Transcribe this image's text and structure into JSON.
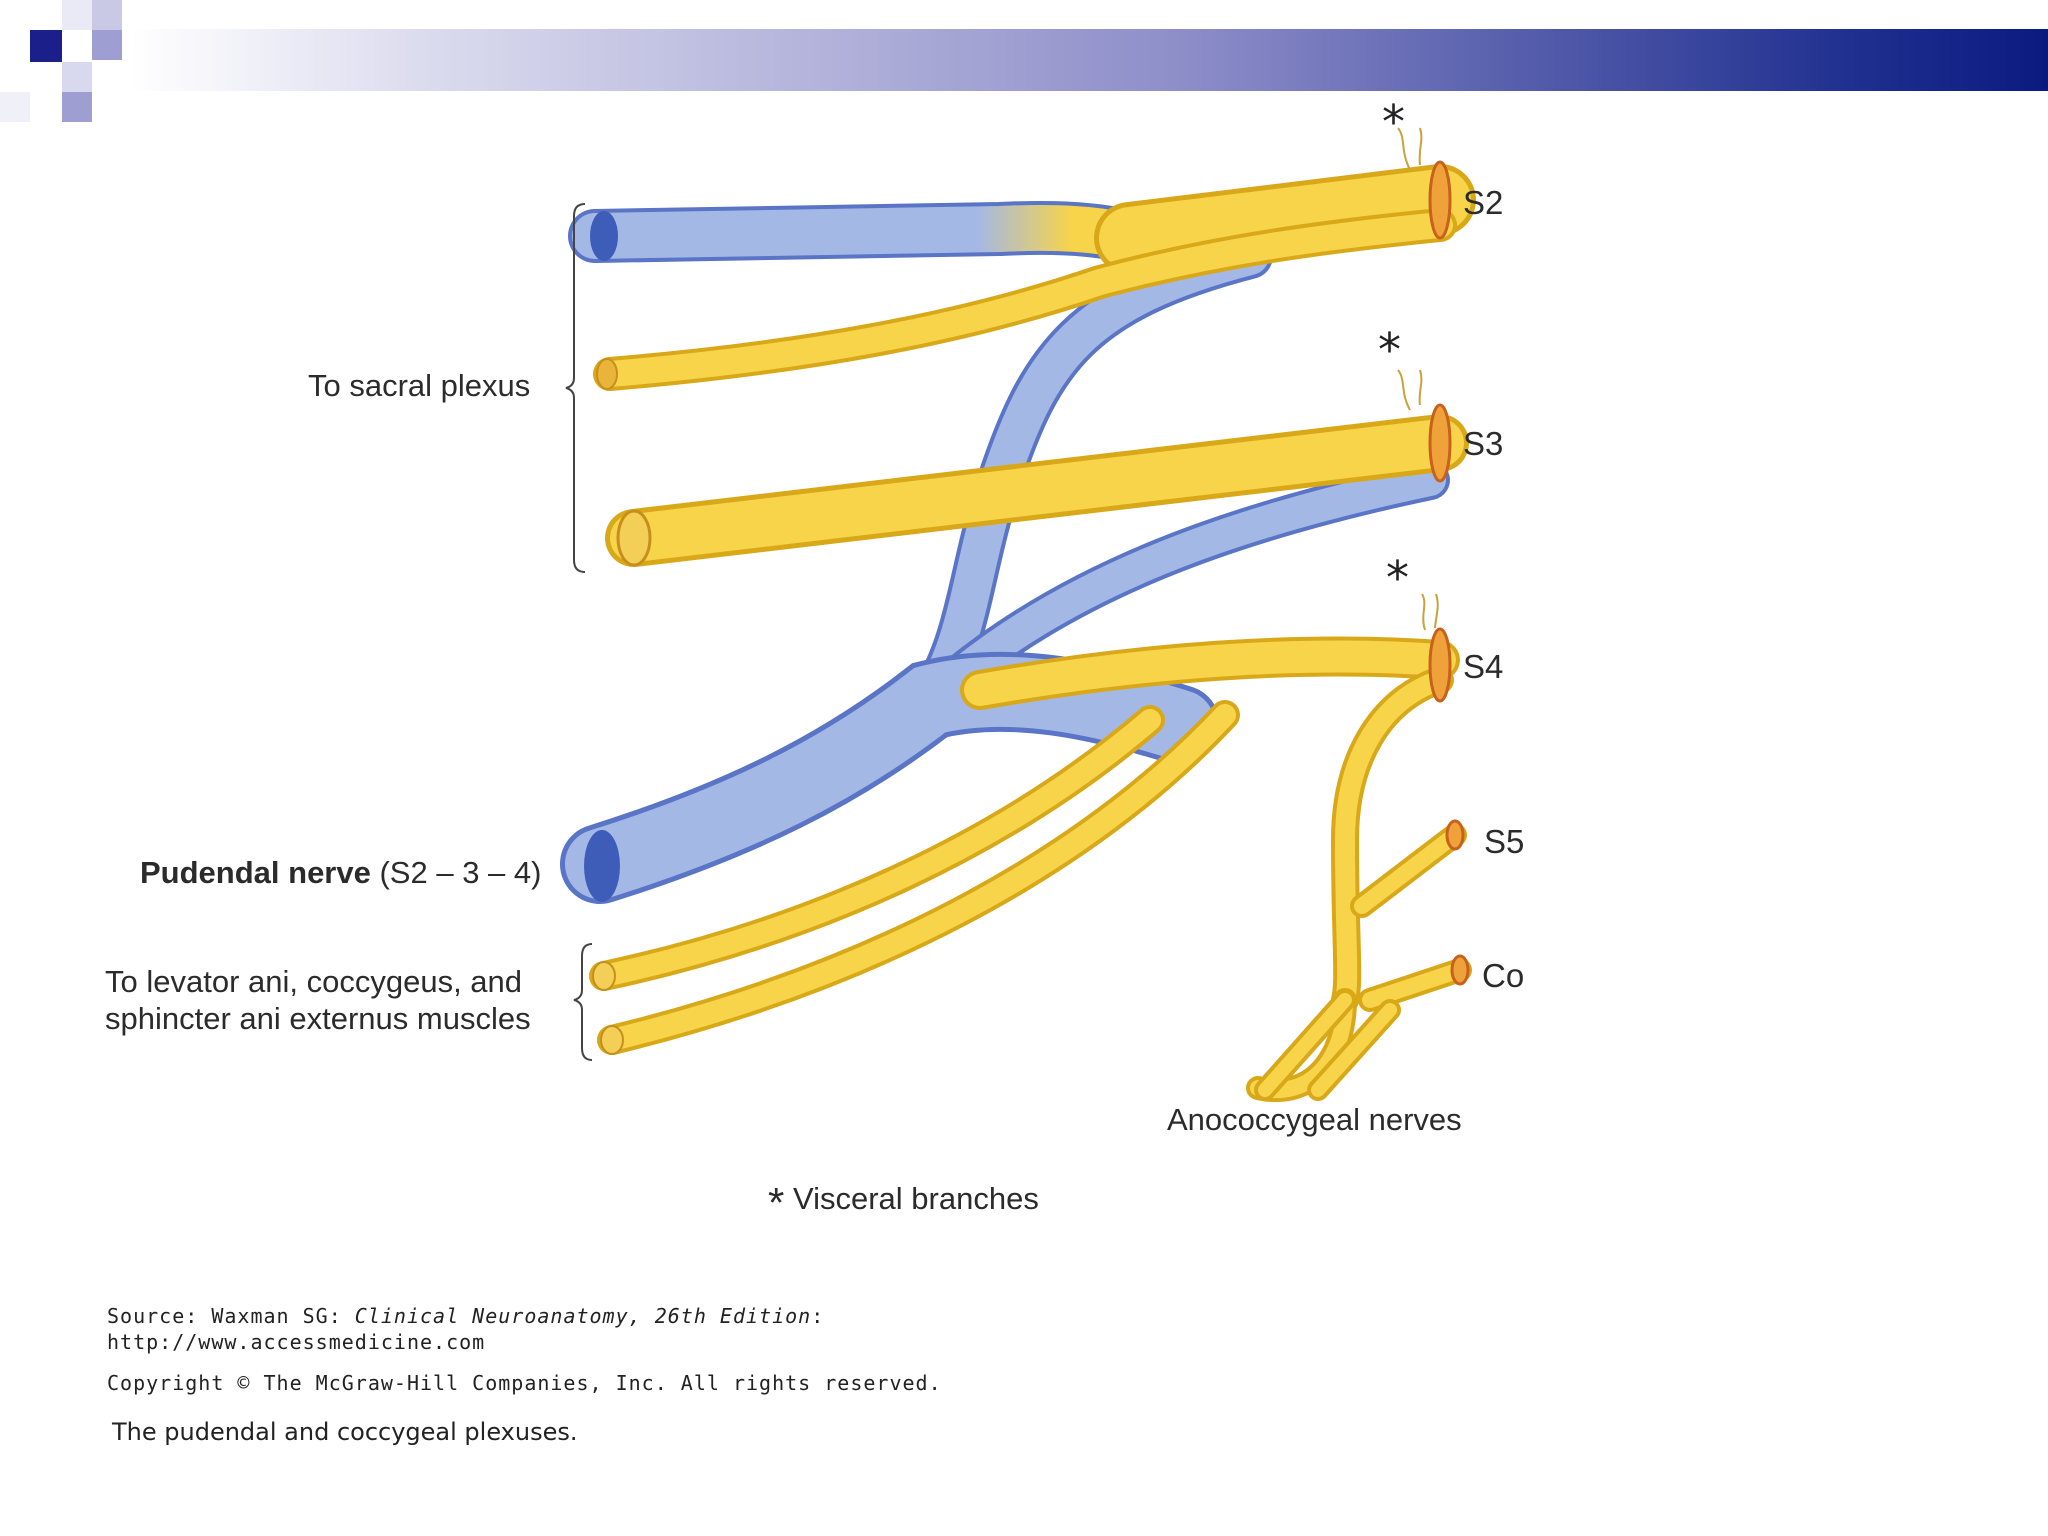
{
  "diagram": {
    "labels": {
      "sacral_plexus": "To sacral plexus",
      "pudendal_bold": "Pudendal nerve",
      "pudendal_range": "(S2 – 3 – 4)",
      "levator_line1": "To levator ani, coccygeus, and",
      "levator_line2": "sphincter ani externus muscles",
      "anococcygeal": "Anococcygeal nerves",
      "visceral_star": "*",
      "visceral": "Visceral branches"
    },
    "segments": [
      "S2",
      "S3",
      "S4",
      "S5",
      "Co"
    ],
    "visceral_marks": [
      "*",
      "*",
      "*"
    ],
    "colors": {
      "nerve_yellow": "#f7d44a",
      "nerve_blue": "#a4b8e6",
      "root_orange": "#f0a23a",
      "header_navy": "#0b1a80"
    }
  },
  "source": {
    "line1_prefix": "Source: Waxman SG: ",
    "line1_title": "Clinical Neuroanatomy, 26th Edition",
    "line1_suffix": ":",
    "line2": "http://www.accessmedicine.com",
    "copyright": "Copyright © The McGraw-Hill Companies, Inc. All rights reserved."
  },
  "caption": "The pudendal and coccygeal plexuses."
}
